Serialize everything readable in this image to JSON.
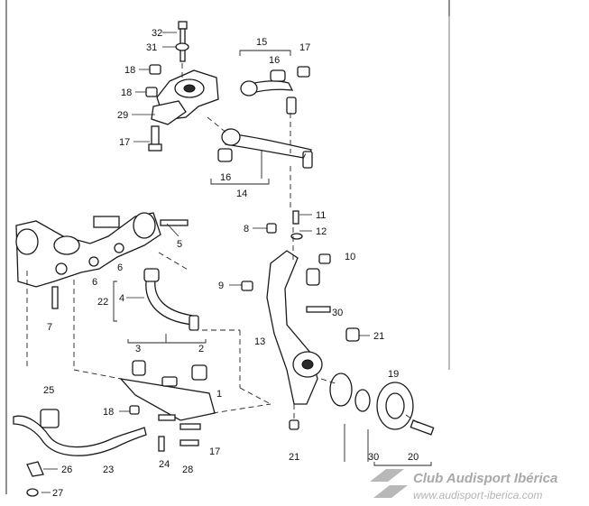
{
  "callouts": {
    "c32": "32",
    "c31": "31",
    "c18a": "18",
    "c18b": "18",
    "c29": "29",
    "c17a": "17",
    "c15": "15",
    "c16a": "16",
    "c17b": "17",
    "c16b": "16",
    "c14": "14",
    "c5": "5",
    "c6a": "6",
    "c6b": "6",
    "c7": "7",
    "c22": "22",
    "c4": "4",
    "c3": "3",
    "c2": "2",
    "c1": "1",
    "c18c": "18",
    "c25": "25",
    "c23": "23",
    "c24": "24",
    "c28": "28",
    "c17c": "17",
    "c26": "26",
    "c27": "27",
    "c8": "8",
    "c11": "11",
    "c12": "12",
    "c10": "10",
    "c9": "9",
    "c30a": "30",
    "c13": "13",
    "c21a": "21",
    "c19": "19",
    "c21b": "21",
    "c30b": "30",
    "c20": "20"
  },
  "watermark": {
    "brand": "Club Audisport Ibérica",
    "url": "www.audisport-iberica.com"
  },
  "colors": {
    "line": "#1a1a1a",
    "watermark": "#a9a9a9"
  }
}
